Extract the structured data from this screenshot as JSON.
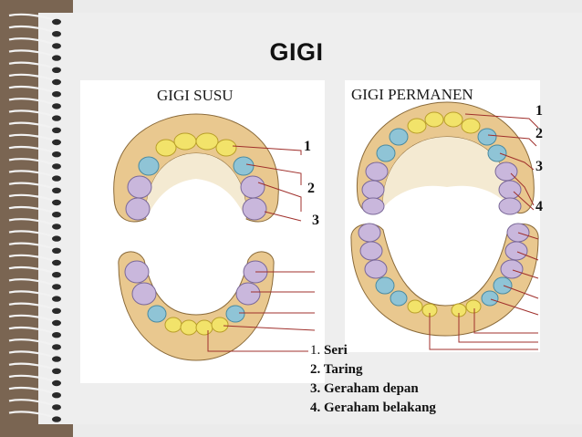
{
  "title": "GIGI",
  "figure": {
    "left_label": "GIGI SUSU",
    "right_label": "GIGI PERMANEN",
    "left_numbers": [
      "1",
      "2",
      "3"
    ],
    "right_numbers": [
      "1",
      "2",
      "3",
      "4"
    ]
  },
  "legend": {
    "item1_num": "1.",
    "item1_text": "Seri",
    "item2": "2. Taring",
    "item3": "3. Geraham depan",
    "item4": "4. Geraham belakang"
  },
  "colors": {
    "incisor": "#f2e36a",
    "canine": "#8fc4d6",
    "molar": "#c9b7dc",
    "gum": "#e9c88f",
    "leader": "#a0302c"
  }
}
